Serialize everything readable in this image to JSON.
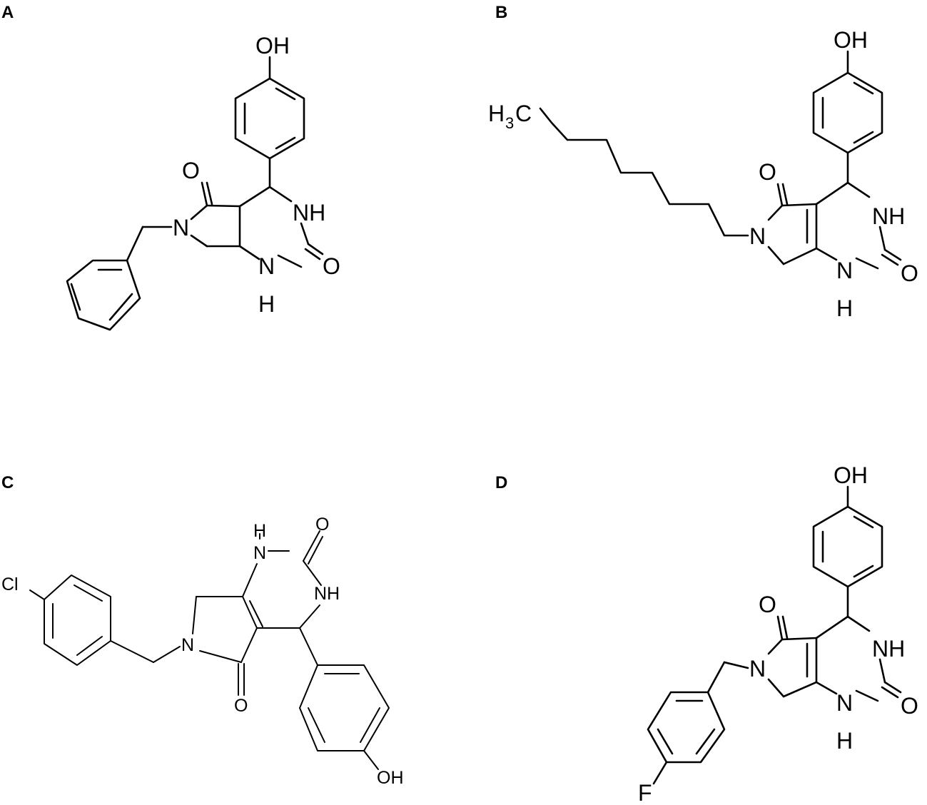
{
  "panels": [
    {
      "label": "A",
      "atoms": {
        "hydroxyl": "OH",
        "ketone_o": "O",
        "n_ring": "N",
        "nh": "NH",
        "urea_o": "O",
        "n_lower": "N",
        "h_lower": "H"
      }
    },
    {
      "label": "B",
      "atoms": {
        "hydroxyl": "OH",
        "methyl_h": "H",
        "methyl_sub": "3",
        "methyl_c": "C",
        "ketone_o": "O",
        "n_ring": "N",
        "nh": "NH",
        "urea_o": "O",
        "n_lower": "N",
        "h_lower": "H"
      }
    },
    {
      "label": "C",
      "atoms": {
        "chloro": "Cl",
        "h_upper": "H",
        "urea_o": "O",
        "n_upper": "N",
        "nh": "NH",
        "n_ring": "N",
        "ketone_o": "O",
        "hydroxyl": "OH"
      }
    },
    {
      "label": "D",
      "atoms": {
        "hydroxyl": "OH",
        "ketone_o": "O",
        "n_ring": "N",
        "nh": "NH",
        "urea_o": "O",
        "n_lower": "N",
        "h_lower": "H",
        "fluoro": "F"
      }
    }
  ]
}
